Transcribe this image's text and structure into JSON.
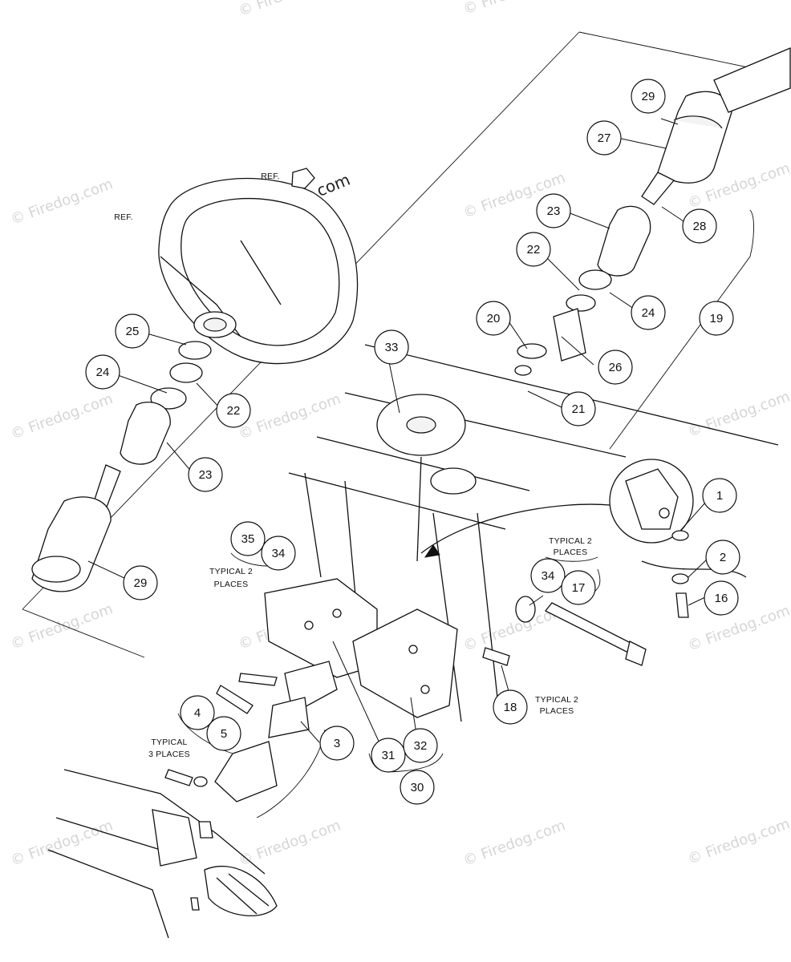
{
  "diagram": {
    "callouts": [
      {
        "id": "29a",
        "label": "29"
      },
      {
        "id": "27",
        "label": "27"
      },
      {
        "id": "28",
        "label": "28"
      },
      {
        "id": "23a",
        "label": "23"
      },
      {
        "id": "22a",
        "label": "22"
      },
      {
        "id": "24a",
        "label": "24"
      },
      {
        "id": "19",
        "label": "19"
      },
      {
        "id": "20",
        "label": "20"
      },
      {
        "id": "26",
        "label": "26"
      },
      {
        "id": "21",
        "label": "21"
      },
      {
        "id": "33",
        "label": "33"
      },
      {
        "id": "25",
        "label": "25"
      },
      {
        "id": "24b",
        "label": "24"
      },
      {
        "id": "22b",
        "label": "22"
      },
      {
        "id": "23b",
        "label": "23"
      },
      {
        "id": "29b",
        "label": "29"
      },
      {
        "id": "35",
        "label": "35"
      },
      {
        "id": "34a",
        "label": "34"
      },
      {
        "id": "1",
        "label": "1"
      },
      {
        "id": "2",
        "label": "2"
      },
      {
        "id": "16",
        "label": "16"
      },
      {
        "id": "34b",
        "label": "34"
      },
      {
        "id": "17",
        "label": "17"
      },
      {
        "id": "18",
        "label": "18"
      },
      {
        "id": "4",
        "label": "4"
      },
      {
        "id": "5",
        "label": "5"
      },
      {
        "id": "3",
        "label": "3"
      },
      {
        "id": "31",
        "label": "31"
      },
      {
        "id": "32",
        "label": "32"
      },
      {
        "id": "30",
        "label": "30"
      }
    ],
    "notes": {
      "ref_top": "REF.",
      "ref_left": "REF.",
      "typical2_left_line1": "TYPICAL 2",
      "typical2_left_line2": "PLACES",
      "typical2_right_line1": "TYPICAL 2",
      "typical2_right_line2": "PLACES",
      "typical2_bolt_line1": "TYPICAL 2",
      "typical2_bolt_line2": "PLACES",
      "typical3_line1": "TYPICAL",
      "typical3_line2": "3 PLACES"
    },
    "watermark": "© Firedog.com"
  }
}
